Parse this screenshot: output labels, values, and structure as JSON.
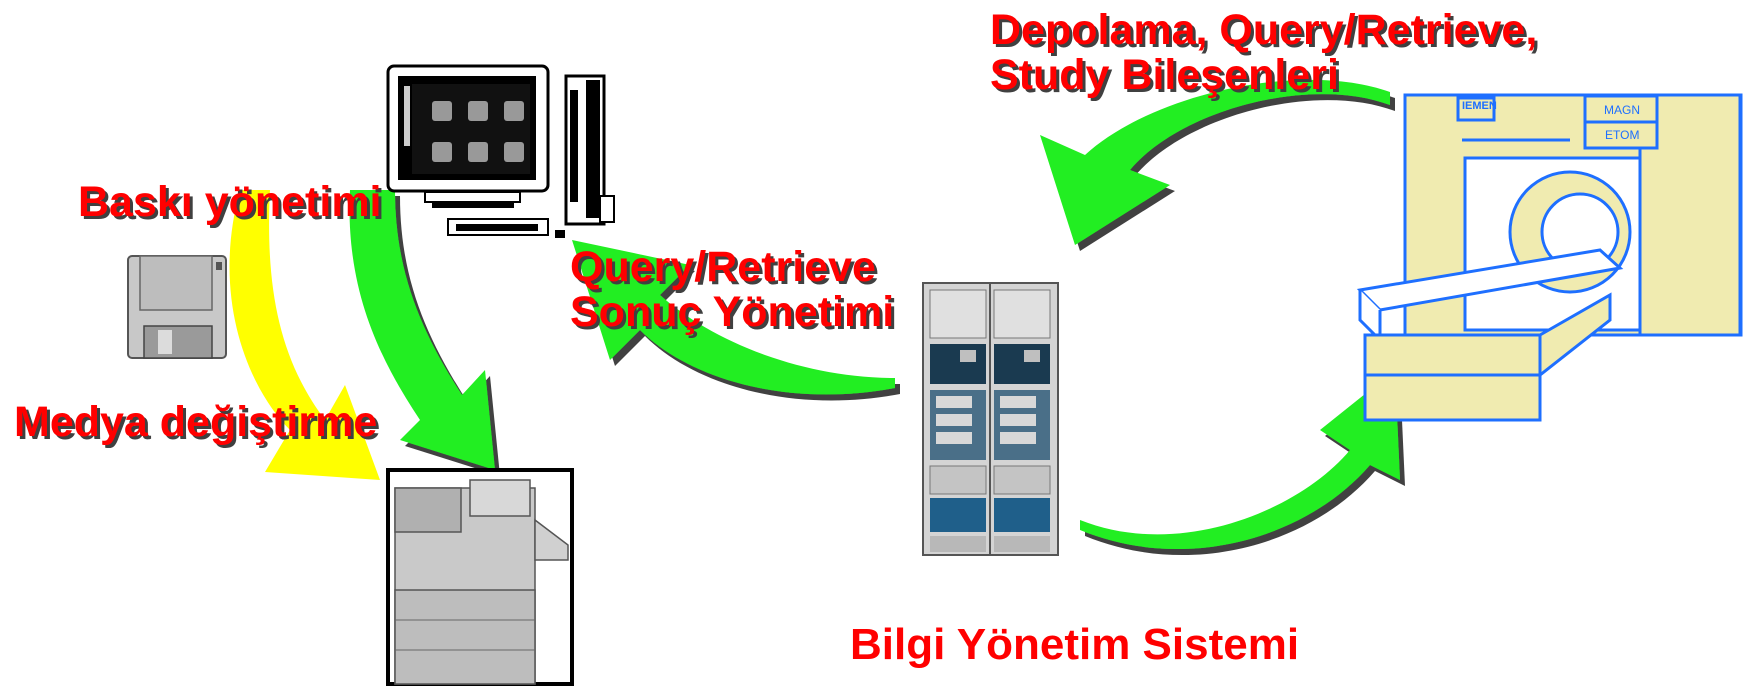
{
  "labels": {
    "storage_line1": "Depolama, Query/Retrieve,",
    "storage_line2": "Study Bileşenleri",
    "print_management": "Baskı yönetimi",
    "query_line1": "Query/Retrieve",
    "query_line2": "Sonuç Yönetimi",
    "media_interchange": "Medya değiştirme",
    "system_caption": "Bilgi Yönetim Sistemi",
    "scanner_logo": "IEMEN",
    "scanner_tag1": "MAGN",
    "scanner_tag2": "ETOM"
  },
  "icons": {
    "workstation": "workstation-icon",
    "floppy": "floppy-disk-icon",
    "printer": "printer-icon",
    "server": "server-rack-icon",
    "scanner": "mri-scanner-icon"
  },
  "colors": {
    "label_red": "#ff0000",
    "arrow_green": "#22ee22",
    "arrow_yellow": "#ffff00",
    "scanner_fill": "#f0ebb0",
    "scanner_line": "#1e6fff"
  }
}
